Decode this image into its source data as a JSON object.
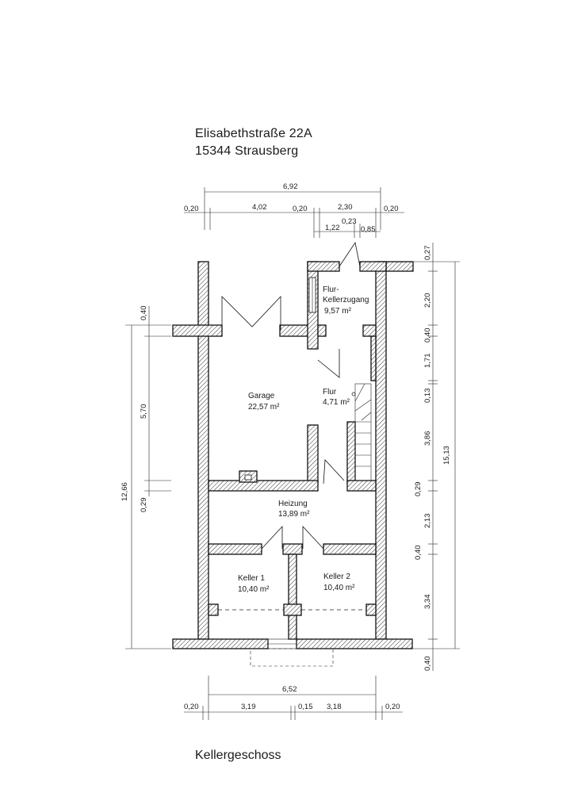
{
  "header": {
    "street": "Elisabethstraße 22A",
    "city": "15344 Strausberg"
  },
  "footer": {
    "floor_name": "Kellergeschoss"
  },
  "rooms": {
    "flur_kellerzugang": {
      "name_line1": "Flur-",
      "name_line2": "Kellerzugang",
      "area": "9,57 m²"
    },
    "garage": {
      "name": "Garage",
      "area": "22,57 m²"
    },
    "flur": {
      "name": "Flur",
      "area": "4,71 m²"
    },
    "heizung": {
      "name": "Heizung",
      "area": "13,89 m²"
    },
    "keller1": {
      "name": "Keller 1",
      "area": "10,40 m²"
    },
    "keller2": {
      "name": "Keller 2",
      "area": "10,40 m²"
    }
  },
  "dimensions": {
    "top": {
      "overall": "6,92",
      "left_wall": "0,20",
      "garage_width": "4,02",
      "mid_wall": "0,20",
      "right_width": "2,30",
      "right_wall": "0,20",
      "sub_1": "1,22",
      "sub_2": "0,23",
      "sub_3": "0,85"
    },
    "left": {
      "overall": "12,66",
      "wall_top": "0,40",
      "garage_depth": "5,70",
      "wall_bottom": "0,29"
    },
    "right": {
      "overall": "15,13",
      "seg_1": "0,27",
      "seg_2": "2,20",
      "seg_3": "0,40",
      "seg_4": "1,71",
      "seg_5": "0,13",
      "seg_6": "3,86",
      "seg_7": "0,29",
      "seg_8": "2,13",
      "seg_9": "0,40",
      "seg_10": "3,34",
      "seg_11": "0,40"
    },
    "bottom": {
      "overall": "6,52",
      "left_wall": "0,20",
      "keller1_width": "3,19",
      "mid_wall": "0,15",
      "keller2_width": "3,18",
      "right_wall": "0,20"
    }
  }
}
